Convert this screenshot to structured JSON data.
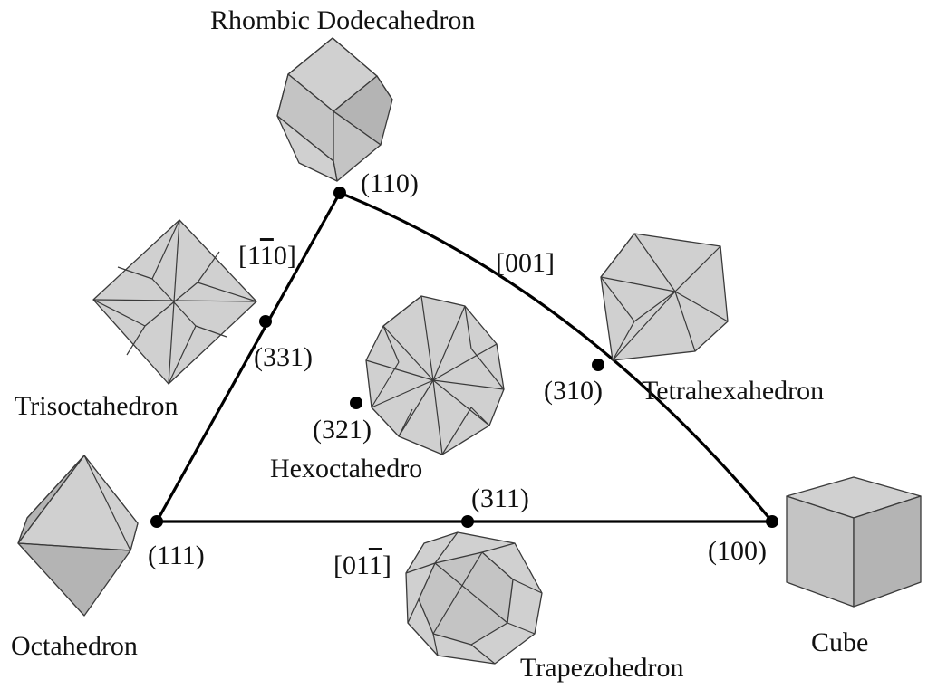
{
  "shapes": {
    "rhombic_dodecahedron": "Rhombic Dodecahedron",
    "trisoctahedron": "Trisoctahedron",
    "tetrahexahedron": "Tetrahexahedron",
    "hexoctahedron": "Hexoctahedro",
    "octahedron": "Octahedron",
    "trapezohedron": "Trapezohedron",
    "cube": "Cube"
  },
  "points": {
    "p110": "(110)",
    "p331": "(331)",
    "p310": "(310)",
    "p321": "(321)",
    "p311": "(311)",
    "p111": "(111)",
    "p100": "(100)"
  },
  "edges": {
    "left_digit": "[1",
    "left_bar": "1",
    "left_tail": "0]",
    "top": "[001]",
    "bottom_head": "[01",
    "bottom_bar": "1",
    "bottom_tail": "]"
  },
  "colors": {
    "face": "#c4c4c4",
    "line": "#000000"
  }
}
